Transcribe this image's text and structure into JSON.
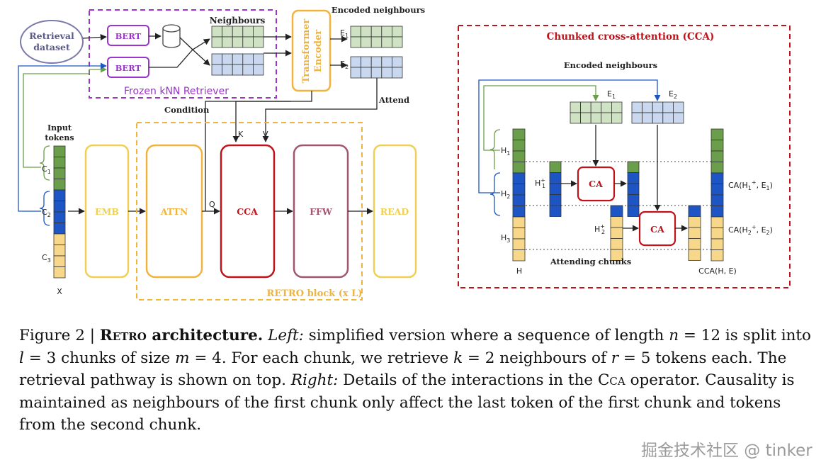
{
  "left": {
    "retrieval_dataset": [
      "Retrieval",
      "dataset"
    ],
    "bert": "BERT",
    "neighbours": "Neighbours",
    "frozen_retriever": "Frozen kNN Retriever",
    "transformer_encoder": [
      "Transformer",
      "Encoder"
    ],
    "encoded_neighbours": "Encoded neighbours",
    "e1": "E",
    "e1_sub": "1",
    "e2": "E",
    "e2_sub": "2",
    "attend": "Attend",
    "condition": "Condition",
    "input_tokens": [
      "Input",
      "tokens"
    ],
    "c1": "C",
    "c1_sub": "1",
    "c2": "C",
    "c2_sub": "2",
    "c3": "C",
    "c3_sub": "3",
    "x": "X",
    "k": "K",
    "v": "V",
    "q": "Q",
    "blocks": {
      "emb": "EMB",
      "attn": "ATTN",
      "cca": "CCA",
      "ffw": "FFW",
      "read": "READ"
    },
    "retro_block": "RETRO block (x L)"
  },
  "right": {
    "title": "Chunked cross-attention (CCA)",
    "encoded_neighbours": "Encoded neighbours",
    "e1": "E",
    "e1_sub": "1",
    "e2": "E",
    "e2_sub": "2",
    "h1": "H",
    "h1_sub": "1",
    "h2": "H",
    "h2_sub": "2",
    "h3": "H",
    "h3_sub": "3",
    "h": "H",
    "h1plus": "H",
    "h1plus_sub": "1",
    "h1plus_sup": "+",
    "h2plus": "H",
    "h2plus_sub": "2",
    "h2plus_sup": "+",
    "ca": "CA",
    "ca_out1": [
      "CA(H",
      "1",
      "+",
      ", E",
      "1",
      ")"
    ],
    "ca_out2": [
      "CA(H",
      "2",
      "+",
      ", E",
      "2",
      ")"
    ],
    "attending_chunks": "Attending chunks",
    "cca_out": "CCA(H, E)"
  },
  "caption": {
    "figure_label": "Figure 2 | ",
    "retro": "Retro",
    "architecture": " architecture.",
    "left_word": "Left:",
    "text1": " simplified version where a sequence of length ",
    "n": "n",
    "text2": " = 12 is split into ",
    "l": "l",
    "text3": " = 3 chunks of size ",
    "m": "m",
    "text4": " = 4. For each chunk, we retrieve ",
    "k": "k",
    "text5": " = 2 neighbours of ",
    "r": "r",
    "text6": " = 5 tokens each. The retrieval pathway is shown on top. ",
    "right_word": "Right:",
    "text7": " Details of the interactions in the ",
    "cca": "Cca",
    "text8": " operator. Causality is maintained as neighbours of the first chunk only affect the last token of the first chunk and tokens from the second chunk."
  },
  "watermark": "掘金技术社区 @ tinker",
  "colors": {
    "green": "#6b9e4a",
    "green_light": "#cfe3c4",
    "blue": "#1e55c4",
    "blue_light": "#c9d8ef",
    "yellow": "#f7d88a",
    "purple": "#9b33cc",
    "orange": "#f0b43c",
    "red": "#c0121b",
    "ffw": "#a0566e"
  }
}
